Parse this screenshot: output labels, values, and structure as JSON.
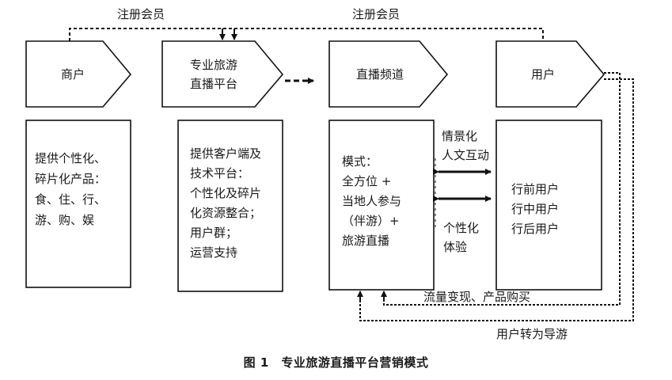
{
  "arrows": {
    "top_left_label": "注册会员",
    "top_right_label": "注册会员",
    "interaction_label": [
      "情景化",
      "人文互动"
    ],
    "personalized_label": [
      "个性化",
      "体验"
    ],
    "monetize_label": "流量变现、产品购买",
    "guide_label": "用户转为导游"
  },
  "columns": [
    {
      "title": [
        "商户"
      ],
      "body": [
        "提供个性化、",
        "碎片化产品：",
        "食、住、行、",
        "游、购、娱"
      ]
    },
    {
      "title": [
        "专业旅游",
        "直播平台"
      ],
      "body": [
        "提供客户端及",
        "技术平台：",
        "个性化及碎片",
        "化资源整合；",
        "用户群；",
        "运营支持"
      ]
    },
    {
      "title": [
        "直播频道"
      ],
      "body": [
        "模式：",
        "全方位 +",
        "当地人参与",
        "（伴游）+",
        "旅游直播"
      ]
    },
    {
      "title": [
        "用户"
      ],
      "body": [
        "行前用户",
        "行中用户",
        "行后用户"
      ]
    }
  ],
  "caption": "图 1　专业旅游直播平台营销模式"
}
